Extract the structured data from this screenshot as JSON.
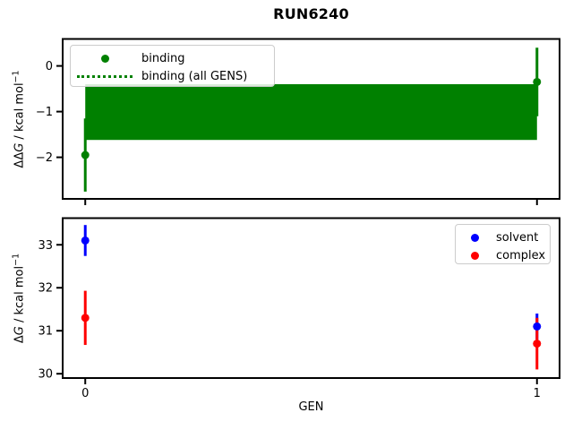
{
  "title": "RUN6240",
  "colors": {
    "binding": "#008000",
    "solvent": "#0000ff",
    "complex": "#ff0000",
    "axis": "#000000",
    "legend_border": "#cccccc"
  },
  "xlabel": "GEN",
  "chart_data": [
    {
      "type": "scatter",
      "name": "binding-free-energy",
      "ylabel_parts": {
        "prefix": "ΔΔ",
        "symbol": "G",
        "unit": " / kcal mol",
        "exponent": "−1"
      },
      "xlim": [
        -0.05,
        1.05
      ],
      "ylim": [
        -2.91,
        0.59
      ],
      "yticks": [
        {
          "value": 0,
          "label": "0"
        },
        {
          "value": -1,
          "label": "−1"
        },
        {
          "value": -2,
          "label": "−2"
        }
      ],
      "xticks": [
        {
          "value": 0,
          "label": ""
        },
        {
          "value": 1,
          "label": ""
        }
      ],
      "grid": false,
      "legend": {
        "position": "upper left",
        "entries": [
          {
            "label": "binding",
            "marker": "dot",
            "color": "#008000"
          },
          {
            "label": "binding (all GENS)",
            "marker": "dotted-line",
            "color": "#008000"
          }
        ]
      },
      "band": {
        "x0": 0,
        "x1": 1,
        "ylo": -1.62,
        "yhi": -0.4,
        "center": -1.01,
        "color": "#008000"
      },
      "series": [
        {
          "name": "binding",
          "color": "#008000",
          "x": [
            0,
            1
          ],
          "y": [
            -1.95,
            -0.35
          ],
          "yerr": [
            0.8,
            0.75
          ]
        }
      ]
    },
    {
      "type": "scatter",
      "name": "leg-free-energies",
      "ylabel_parts": {
        "prefix": "Δ",
        "symbol": "G",
        "unit": " / kcal mol",
        "exponent": "−1"
      },
      "xlim": [
        -0.05,
        1.05
      ],
      "ylim": [
        29.9,
        33.62
      ],
      "yticks": [
        {
          "value": 33,
          "label": "33"
        },
        {
          "value": 32,
          "label": "32"
        },
        {
          "value": 31,
          "label": "31"
        },
        {
          "value": 30,
          "label": "30"
        }
      ],
      "xticks": [
        {
          "value": 0,
          "label": "0"
        },
        {
          "value": 1,
          "label": "1"
        }
      ],
      "grid": false,
      "legend": {
        "position": "upper right",
        "entries": [
          {
            "label": "solvent",
            "marker": "dot",
            "color": "#0000ff"
          },
          {
            "label": "complex",
            "marker": "dot",
            "color": "#ff0000"
          }
        ]
      },
      "series": [
        {
          "name": "solvent",
          "color": "#0000ff",
          "x": [
            0,
            1
          ],
          "y": [
            33.1,
            31.1
          ],
          "yerr": [
            0.36,
            0.3
          ]
        },
        {
          "name": "complex",
          "color": "#ff0000",
          "x": [
            0,
            1
          ],
          "y": [
            31.3,
            30.7
          ],
          "yerr": [
            0.63,
            0.6
          ]
        }
      ]
    }
  ]
}
